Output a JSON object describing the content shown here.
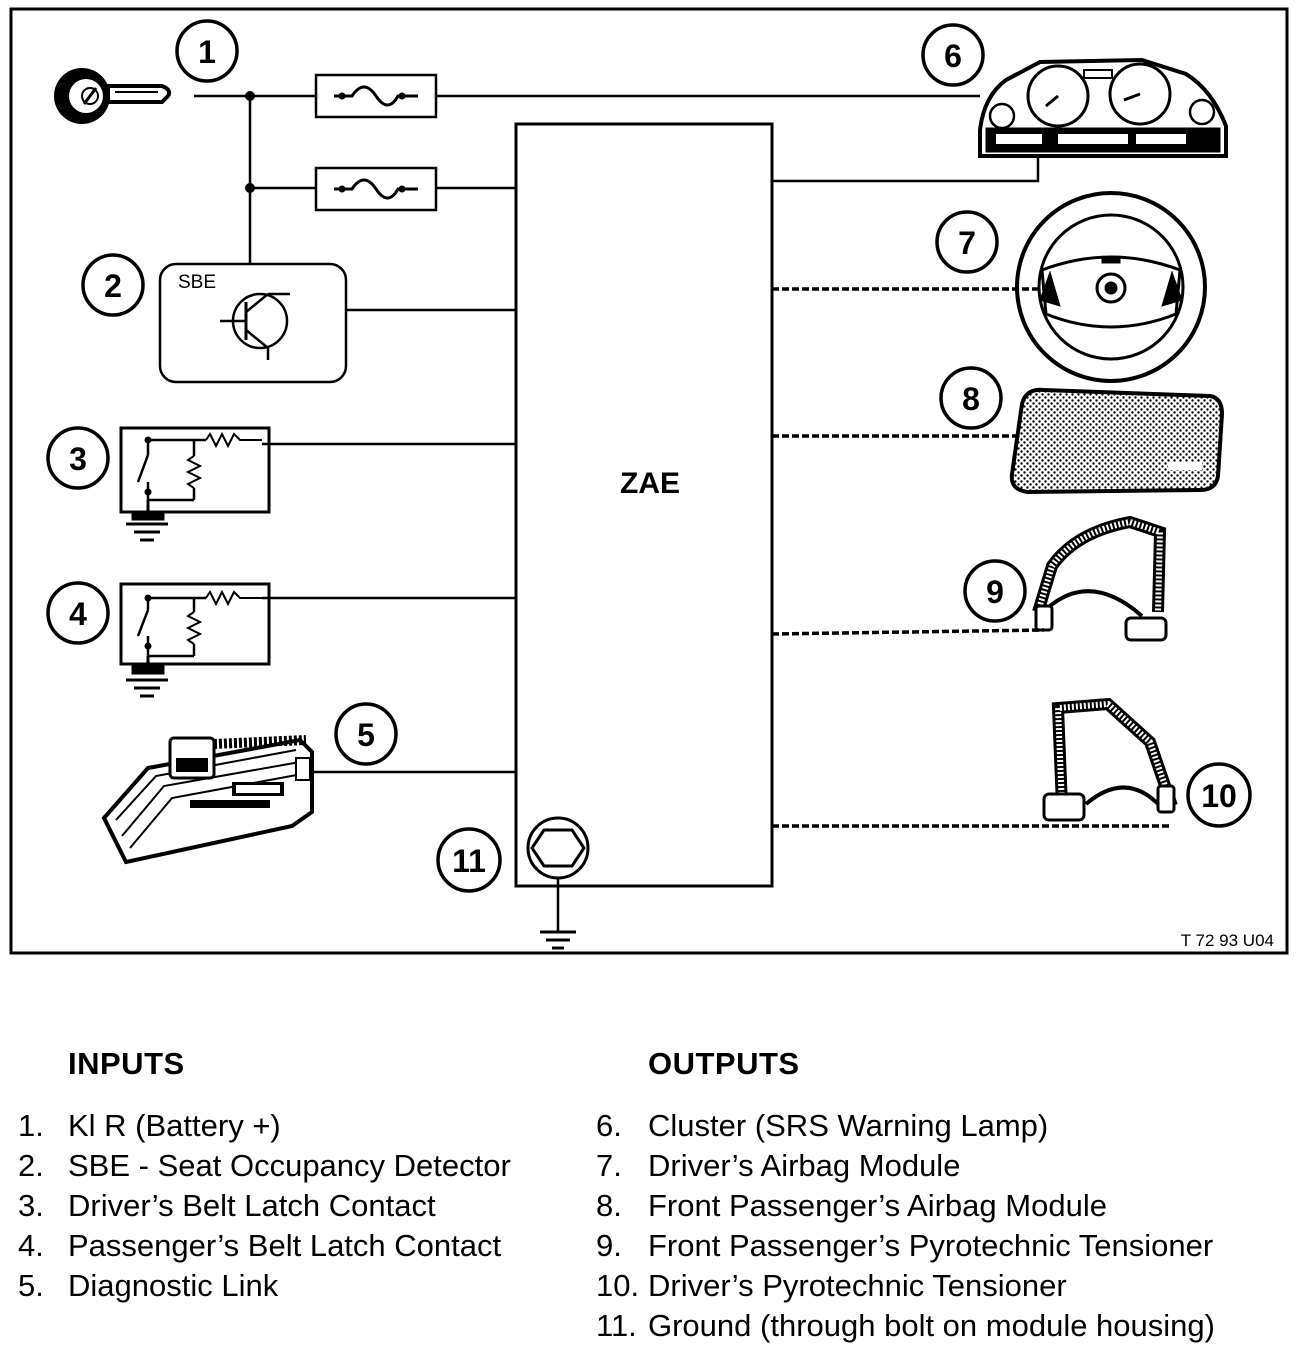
{
  "diagram": {
    "control_unit_label": "ZAE",
    "sbe_label": "SBE",
    "figure_code": "T 72 93 U04",
    "callouts": [
      "1",
      "2",
      "3",
      "4",
      "5",
      "6",
      "7",
      "8",
      "9",
      "10",
      "11"
    ]
  },
  "legend": {
    "inputs_heading": "INPUTS",
    "outputs_heading": "OUTPUTS",
    "inputs": [
      {
        "num": "1.",
        "text": "Kl R (Battery +)"
      },
      {
        "num": "2.",
        "text": "SBE - Seat Occupancy Detector"
      },
      {
        "num": "3.",
        "text": "Driver’s Belt Latch Contact"
      },
      {
        "num": "4.",
        "text": "Passenger’s Belt Latch Contact"
      },
      {
        "num": "5.",
        "text": "Diagnostic Link"
      }
    ],
    "outputs": [
      {
        "num": "6.",
        "text": "Cluster (SRS Warning Lamp)"
      },
      {
        "num": "7.",
        "text": "Driver’s Airbag Module"
      },
      {
        "num": "8.",
        "text": "Front Passenger’s Airbag Module"
      },
      {
        "num": "9.",
        "text": "Front Passenger’s Pyrotechnic Tensioner"
      },
      {
        "num": "10.",
        "text": "Driver’s Pyrotechnic Tensioner"
      },
      {
        "num": "11.",
        "text": "Ground (through bolt on module housing)"
      }
    ]
  }
}
